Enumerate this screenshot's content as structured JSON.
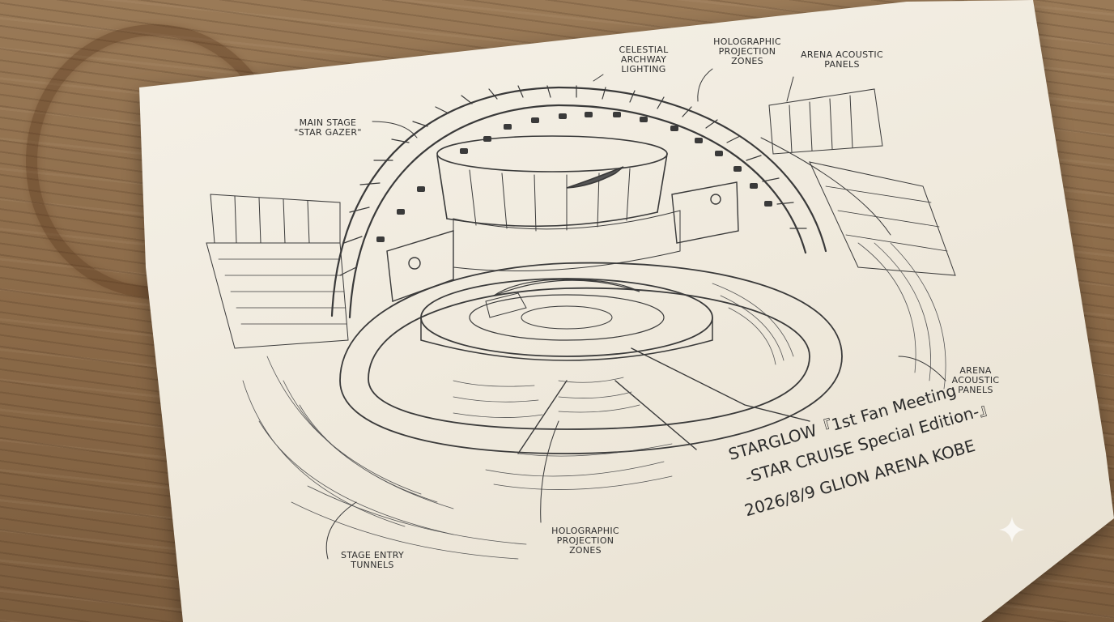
{
  "labels": {
    "main_stage": "MAIN STAGE\n\"STAR GAZER\"",
    "archway": "CELESTIAL\nARCHWAY\nLIGHTING",
    "holo_top": "HOLOGRAPHIC\nPROJECTION\nZONES",
    "acoustic_top": "ARENA ACOUSTIC\nPANELS",
    "acoustic_right": "ARENA\nACOUSTIC\nPANELS",
    "tunnels": "STAGE ENTRY\nTUNNELS",
    "holo_bottom": "HOLOGRAPHIC\nPROJECTION\nZONES"
  },
  "title": {
    "line1": "STARGLOW『1st Fan Meeting",
    "line2": "-STAR CRUISE Special Edition-』",
    "line3": "2026/8/9  GLION ARENA KOBE"
  },
  "icons": {
    "stain": "coffee-ring-stain",
    "sparkle": "sparkle-icon"
  }
}
